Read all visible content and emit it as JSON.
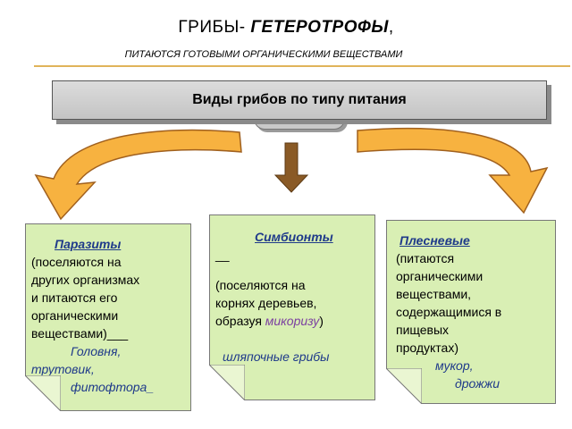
{
  "title": {
    "prefix": "ГРИБЫ- ",
    "strong": "ГЕТЕРОТРОФЫ",
    "suffix": ",",
    "subtitle": "ПИТАЮТСЯ ГОТОВЫМИ ОРГАНИЧЕСКИМИ ВЕЩЕСТВАМИ"
  },
  "header": {
    "label": "Виды грибов по типу питания"
  },
  "colors": {
    "arrow_fill": "#f7b240",
    "arrow_stroke": "#a0601e",
    "down_arrow": "#8a5a26",
    "note_fill": "#d9efb4"
  },
  "cards": {
    "parasites": {
      "heading": "Паразиты",
      "line1": "(поселяются на",
      "line2": "других организмах",
      "line3": "и питаются его",
      "line4": "органическими",
      "line5": "веществами)___",
      "ex1": "Головня,",
      "ex2": "трутовик,",
      "ex3": "фитофтора_"
    },
    "symbionts": {
      "heading": "Симбионты",
      "dash": "__",
      "line1": "(поселяются на",
      "line2": "корнях деревьев,",
      "line3_pre": "образуя ",
      "line3_term": "микоризу",
      "line3_post": ")",
      "ex1": "шляпочные грибы"
    },
    "molds": {
      "heading": "Плесневые",
      "line1": "(питаются",
      "line2": "органическими",
      "line3": "веществами,",
      "line4": "содержащимися в",
      "line5": "пищевых",
      "line6": "продуктах)",
      "ex1": "мукор,",
      "ex2": "дрожжи"
    }
  }
}
